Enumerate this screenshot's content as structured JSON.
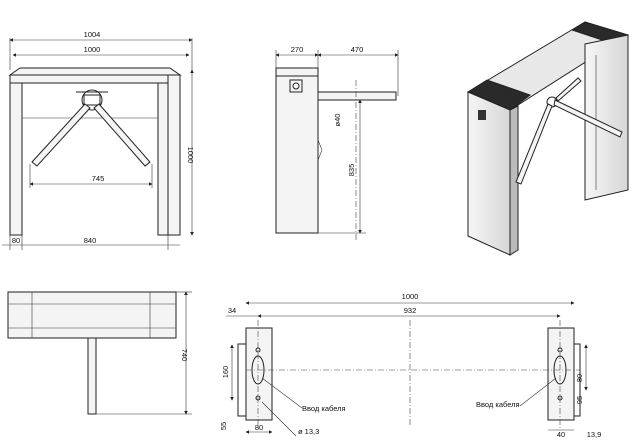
{
  "dimensions": {
    "front_width_outer": "1004",
    "front_width_inner": "1000",
    "front_height": "1000",
    "arm_span": "745",
    "foot_width": "80",
    "base_width": "840",
    "side_depth": "270",
    "arm_length": "470",
    "arm_diameter": "ø40",
    "arm_height": "835",
    "top_depth": "740",
    "base_total": "1000",
    "base_inner": "932",
    "base_offset": "34",
    "base_slot": "160",
    "base_foot": "80",
    "base_hole": "ø 13,3",
    "base_left_margin": "55",
    "right_dim_80": "80",
    "right_dim_95": "95",
    "right_dim_40": "40",
    "right_dim_139": "13,9"
  },
  "labels": {
    "cable_entry_left": "Ввод кабеля",
    "cable_entry_right": "Ввод кабеля"
  },
  "colors": {
    "line": "#222222",
    "panel_dark": "#2a2a2a",
    "panel_grey": "#cfcfcf"
  }
}
